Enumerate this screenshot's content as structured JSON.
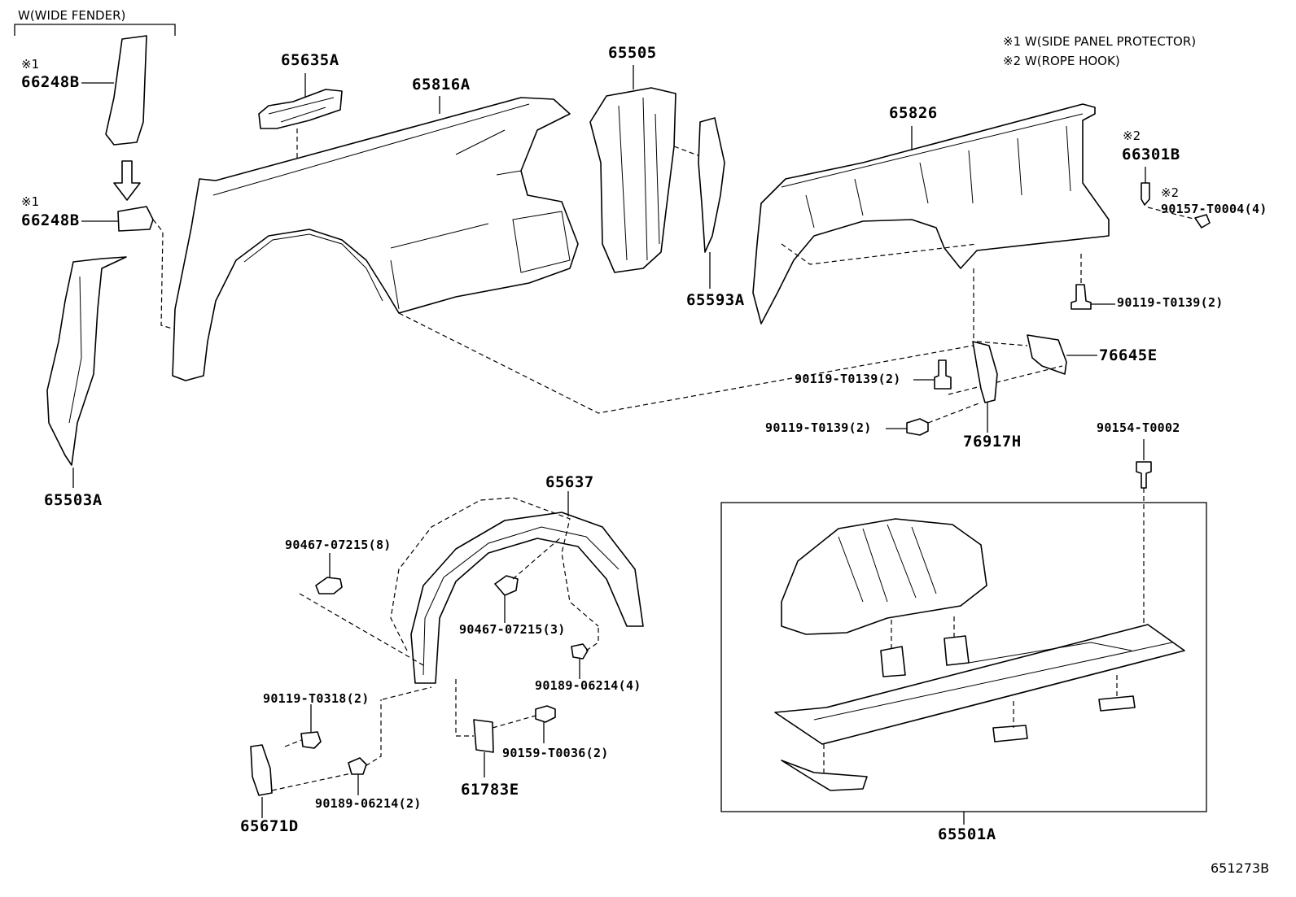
{
  "header": {
    "variant_label": "W(WIDE FENDER)",
    "notes": [
      "※1 W(SIDE PANEL PROTECTOR)",
      "※2 W(ROPE HOOK)"
    ],
    "mark1": "※1",
    "mark2": "※2"
  },
  "parts": {
    "p66248B_top": "66248B",
    "p66248B_mid": "66248B",
    "p65503A": "65503A",
    "p65635A": "65635A",
    "p65816A": "65816A",
    "p65505": "65505",
    "p65593A": "65593A",
    "p65826": "65826",
    "p66301B": "66301B",
    "p90157": "90157-T0004(4)",
    "p90119_a": "90119-T0139(2)",
    "p76645E": "76645E",
    "p90119_b": "90119-T0139(2)",
    "p90119_c": "90119-T0139(2)",
    "p76917H": "76917H",
    "p90154": "90154-T0002",
    "p65637": "65637",
    "p90467_a": "90467-07215(8)",
    "p90467_b": "90467-07215(3)",
    "p90189_a": "90189-06214(4)",
    "p90119_d": "90119-T0318(2)",
    "p90159": "90159-T0036(2)",
    "p61783E": "61783E",
    "p90189_b": "90189-06214(2)",
    "p65671D": "65671D",
    "p65501A": "65501A"
  },
  "diagram_code": "651273B"
}
